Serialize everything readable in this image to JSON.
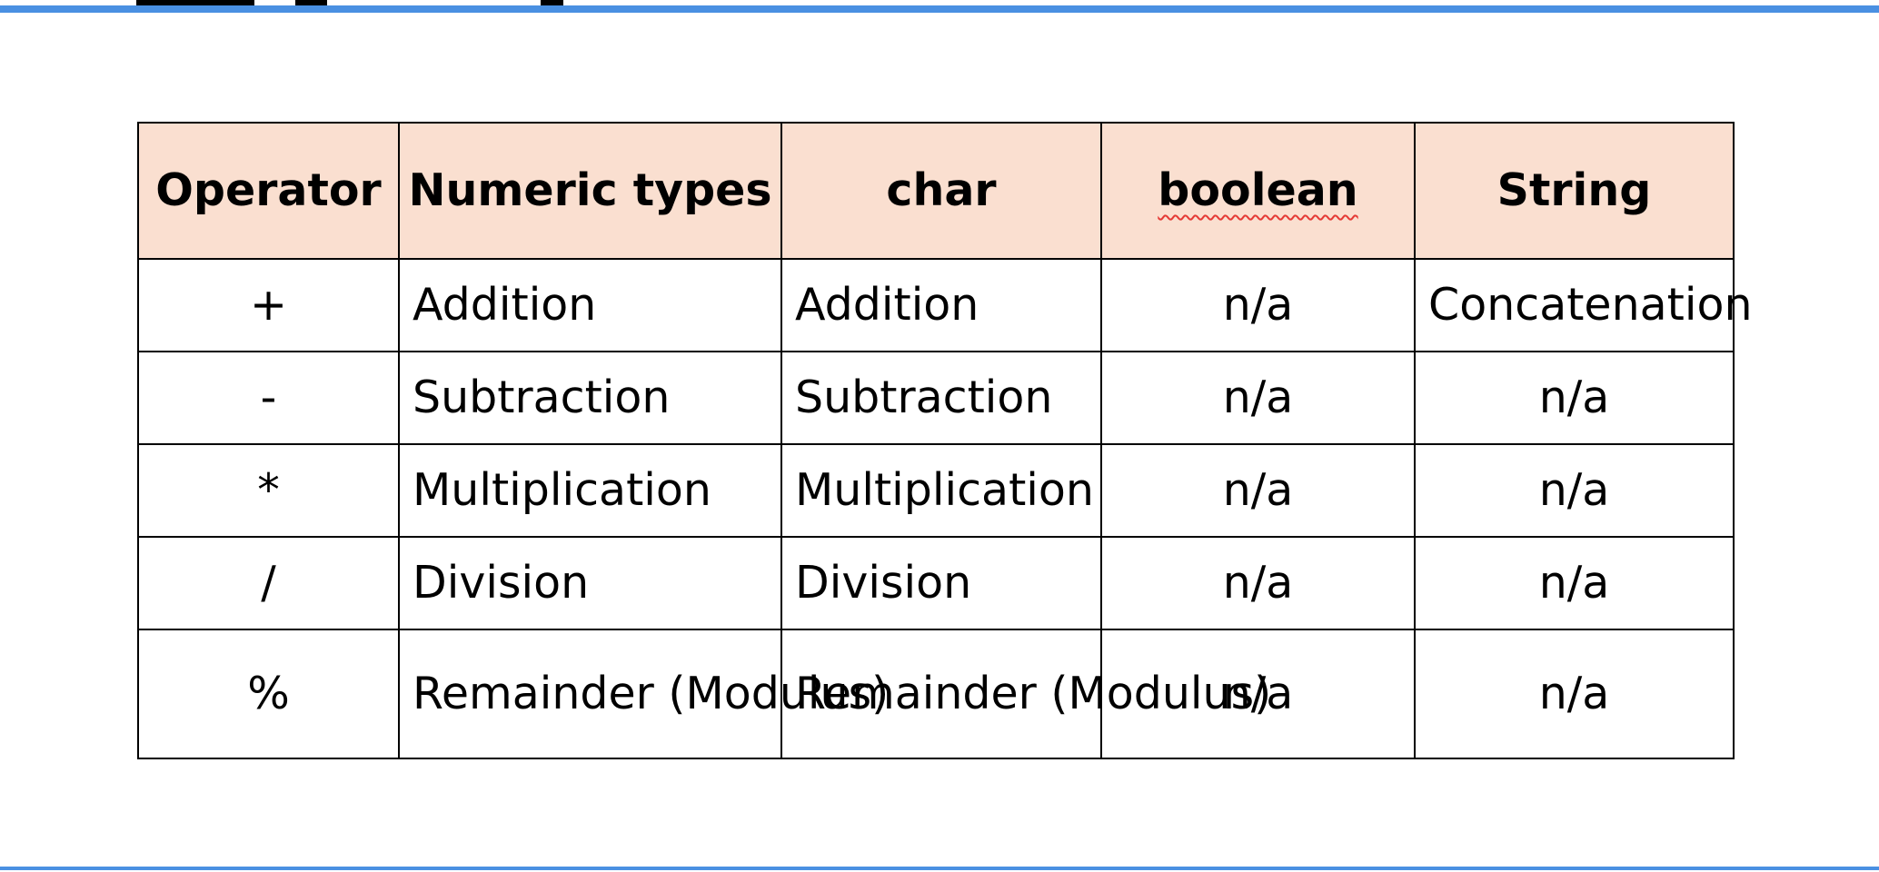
{
  "colors": {
    "accent_rule": "#4a90e2",
    "header_fill": "#fadfd0",
    "spellcheck_underline": "#e53935"
  },
  "table": {
    "headers": [
      "Operator",
      "Numeric types",
      "char",
      "boolean",
      "String"
    ],
    "rows": [
      {
        "operator": "+",
        "numeric": "Addition",
        "char": "Addition",
        "boolean": "n/a",
        "string": "Concatenation"
      },
      {
        "operator": "-",
        "numeric": "Subtraction",
        "char": "Subtraction",
        "boolean": "n/a",
        "string": "n/a"
      },
      {
        "operator": "*",
        "numeric": "Multiplication",
        "char": "Multiplication",
        "boolean": "n/a",
        "string": "n/a"
      },
      {
        "operator": "/",
        "numeric": "Division",
        "char": "Division",
        "boolean": "n/a",
        "string": "n/a"
      },
      {
        "operator": "%",
        "numeric": "Remainder (Modulus)",
        "char": "Remainder (Modulus)",
        "boolean": "n/a",
        "string": "n/a"
      }
    ]
  }
}
